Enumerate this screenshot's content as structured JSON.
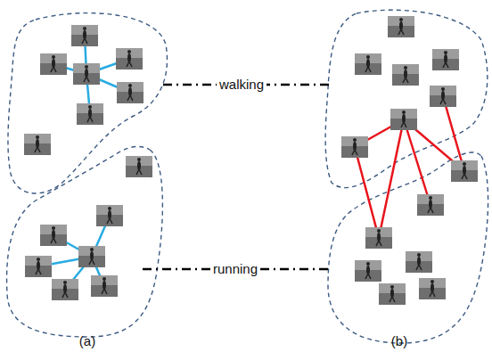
{
  "diagram": {
    "labels": [
      "walking",
      "running",
      "(a)",
      "(b)"
    ]
  }
}
